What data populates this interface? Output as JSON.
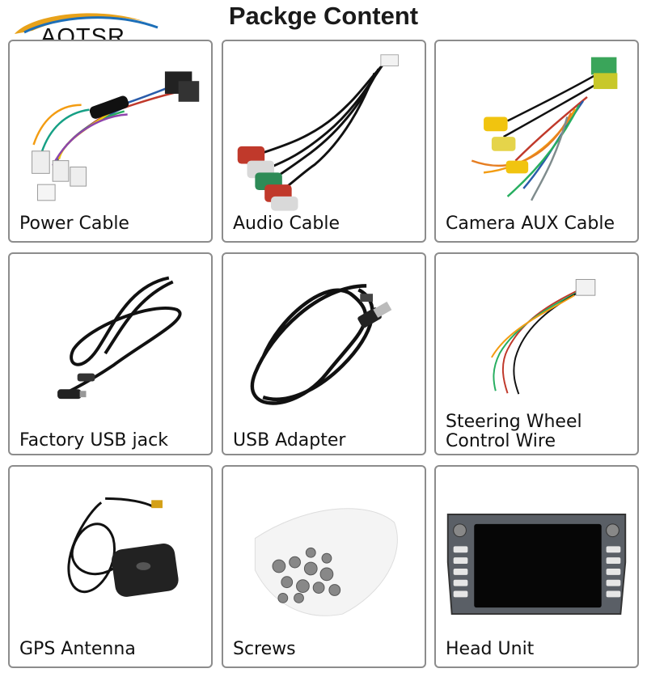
{
  "brand": {
    "name": "AOTSR"
  },
  "title": "Packge Content",
  "items": [
    {
      "label": "Power Cable",
      "icon": "power-cable-icon"
    },
    {
      "label": "Audio Cable",
      "icon": "audio-cable-icon"
    },
    {
      "label": "Camera AUX Cable",
      "icon": "camera-aux-cable-icon"
    },
    {
      "label": "Factory USB jack",
      "icon": "usb-jack-icon"
    },
    {
      "label": "USB Adapter",
      "icon": "usb-adapter-icon"
    },
    {
      "label": "Steering Wheel\nControl Wire",
      "icon": "steering-wire-icon"
    },
    {
      "label": "GPS Antenna",
      "icon": "gps-antenna-icon"
    },
    {
      "label": "Screws",
      "icon": "screws-icon"
    },
    {
      "label": "Head Unit",
      "icon": "head-unit-icon"
    }
  ]
}
